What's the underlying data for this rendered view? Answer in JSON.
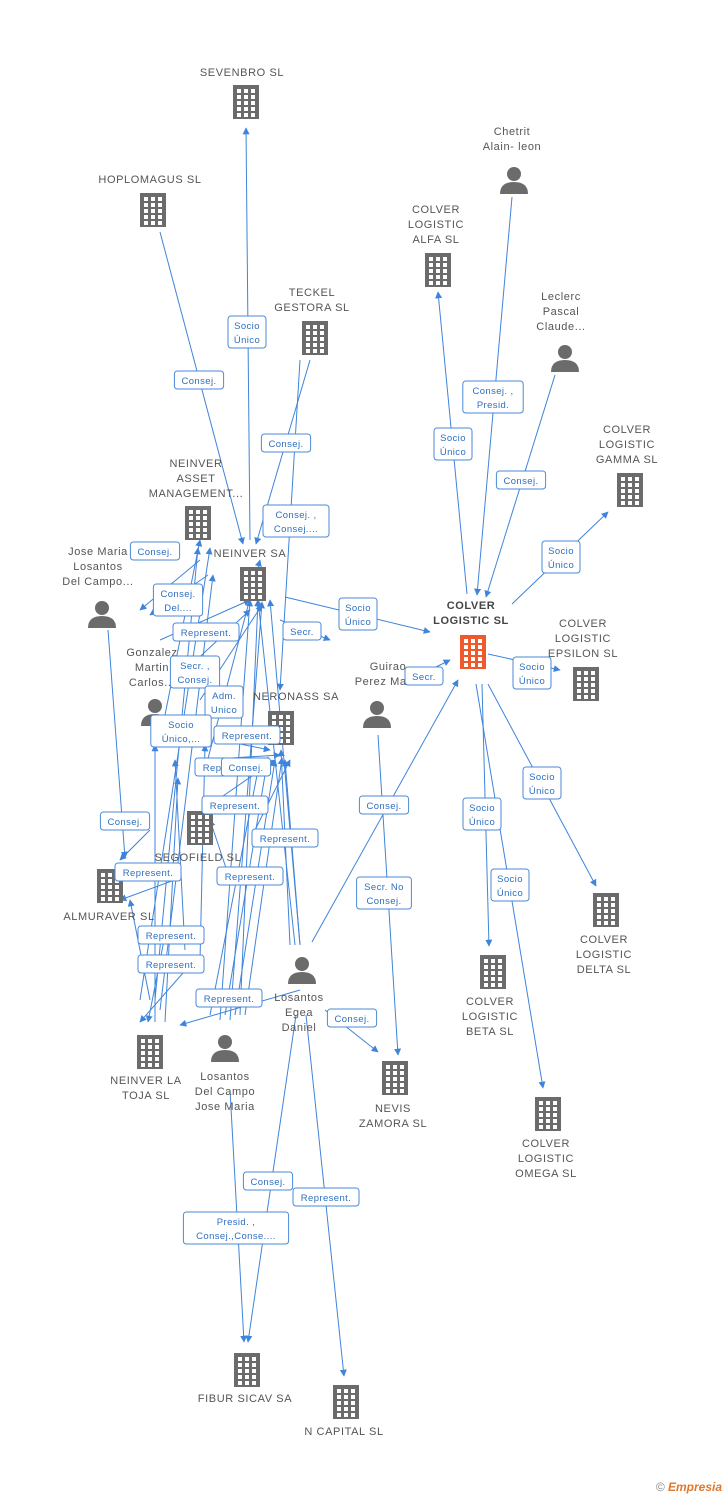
{
  "footer": {
    "copyright": "©",
    "brand_initial": "E",
    "brand_rest": "mpresia"
  },
  "colors": {
    "edge": "#3f84db",
    "building": "#6b6b6b",
    "center_building": "#ee5a2b",
    "person": "#6b6b6b"
  },
  "nodes": [
    {
      "id": "sevenbro",
      "type": "company",
      "lines": [
        "SEVENBRO  SL"
      ]
    },
    {
      "id": "hoplomagus",
      "type": "company",
      "lines": [
        "HOPLOMAGUS SL"
      ]
    },
    {
      "id": "teckel",
      "type": "company",
      "lines": [
        "TECKEL",
        "GESTORA SL"
      ]
    },
    {
      "id": "neinver_asset",
      "type": "company",
      "lines": [
        "NEINVER",
        "ASSET",
        "MANAGEMENT..."
      ]
    },
    {
      "id": "neinver_sa",
      "type": "company",
      "lines": [
        "NEINVER SA"
      ]
    },
    {
      "id": "jose_maria",
      "type": "person",
      "lines": [
        "Jose Maria",
        "Losantos",
        "Del Campo..."
      ]
    },
    {
      "id": "gonzalez",
      "type": "person",
      "lines": [
        "Gonzalez",
        "Martin",
        "Carlos..."
      ]
    },
    {
      "id": "neronass",
      "type": "company",
      "lines": [
        "NERONASS SA"
      ]
    },
    {
      "id": "segofield",
      "type": "company",
      "lines": [
        "SEGOFIELD SL"
      ]
    },
    {
      "id": "almuraver",
      "type": "company",
      "lines": [
        "ALMURAVER SL"
      ]
    },
    {
      "id": "neinver_toja",
      "type": "company",
      "lines": [
        "NEINVER LA",
        "TOJA SL"
      ]
    },
    {
      "id": "losantos_jose",
      "type": "person",
      "lines": [
        "Losantos",
        "Del Campo",
        "Jose Maria"
      ]
    },
    {
      "id": "losantos_egea",
      "type": "person",
      "lines": [
        "Losantos",
        "Egea",
        "Daniel"
      ]
    },
    {
      "id": "guirao",
      "type": "person",
      "lines": [
        "Guirao",
        "Perez Mar..."
      ]
    },
    {
      "id": "nevis",
      "type": "company",
      "lines": [
        "NEVIS",
        "ZAMORA  SL"
      ]
    },
    {
      "id": "fibur",
      "type": "company",
      "lines": [
        "FIBUR SICAV SA"
      ]
    },
    {
      "id": "ncapital",
      "type": "company",
      "lines": [
        "N CAPITAL SL"
      ]
    },
    {
      "id": "chetrit",
      "type": "person",
      "lines": [
        "Chetrit",
        "Alain- leon"
      ]
    },
    {
      "id": "leclerc",
      "type": "person",
      "lines": [
        "Leclerc",
        "Pascal",
        "Claude..."
      ]
    },
    {
      "id": "alfa",
      "type": "company",
      "lines": [
        "COLVER",
        "LOGISTIC",
        "ALFA  SL"
      ]
    },
    {
      "id": "gamma",
      "type": "company",
      "lines": [
        "COLVER",
        "LOGISTIC",
        "GAMMA  SL"
      ]
    },
    {
      "id": "colver",
      "type": "center",
      "lines": [
        "COLVER",
        "LOGISTIC  SL"
      ]
    },
    {
      "id": "epsilon",
      "type": "company",
      "lines": [
        "COLVER",
        "LOGISTIC",
        "EPSILON  SL"
      ]
    },
    {
      "id": "delta",
      "type": "company",
      "lines": [
        "COLVER",
        "LOGISTIC",
        "DELTA  SL"
      ]
    },
    {
      "id": "beta",
      "type": "company",
      "lines": [
        "COLVER",
        "LOGISTIC",
        "BETA  SL"
      ]
    },
    {
      "id": "omega",
      "type": "company",
      "lines": [
        "COLVER",
        "LOGISTIC",
        "OMEGA  SL"
      ]
    }
  ],
  "edges": [
    {
      "id": "e1",
      "lines": [
        "Socio",
        "Único"
      ]
    },
    {
      "id": "e2",
      "lines": [
        "Consej."
      ]
    },
    {
      "id": "e3",
      "lines": [
        "Consej."
      ]
    },
    {
      "id": "e4",
      "lines": [
        "Consej. ,",
        "Consej...."
      ]
    },
    {
      "id": "e5",
      "lines": [
        "Consej."
      ]
    },
    {
      "id": "e6",
      "lines": [
        "Consej.",
        "Del...."
      ]
    },
    {
      "id": "e7",
      "lines": [
        "Represent."
      ]
    },
    {
      "id": "e8",
      "lines": [
        "Secr."
      ]
    },
    {
      "id": "e9",
      "lines": [
        "Secr. ,",
        "Consej."
      ]
    },
    {
      "id": "e10",
      "lines": [
        "Adm.",
        "Unico"
      ]
    },
    {
      "id": "e11",
      "lines": [
        "Socio",
        "Único,..."
      ]
    },
    {
      "id": "e12",
      "lines": [
        "Represent."
      ]
    },
    {
      "id": "e13",
      "lines": [
        "Represent."
      ]
    },
    {
      "id": "e14",
      "lines": [
        "Consej."
      ]
    },
    {
      "id": "e15",
      "lines": [
        "Represent."
      ]
    },
    {
      "id": "e16",
      "lines": [
        "Consej."
      ]
    },
    {
      "id": "e17",
      "lines": [
        "Represent."
      ]
    },
    {
      "id": "e18",
      "lines": [
        "Represent."
      ]
    },
    {
      "id": "e19",
      "lines": [
        "Represent."
      ]
    },
    {
      "id": "e20",
      "lines": [
        "Represent."
      ]
    },
    {
      "id": "e21",
      "lines": [
        "Represent."
      ]
    },
    {
      "id": "e22",
      "lines": [
        "Represent."
      ]
    },
    {
      "id": "e23",
      "lines": [
        "Consej."
      ]
    },
    {
      "id": "e24",
      "lines": [
        "Secr. No",
        "Consej."
      ]
    },
    {
      "id": "e25",
      "lines": [
        "Consej."
      ]
    },
    {
      "id": "e26",
      "lines": [
        "Consej."
      ]
    },
    {
      "id": "e27",
      "lines": [
        "Represent."
      ]
    },
    {
      "id": "e28",
      "lines": [
        "Presid. ,",
        "Consej.,Conse...."
      ]
    },
    {
      "id": "e29",
      "lines": [
        "Socio",
        "Único"
      ]
    },
    {
      "id": "e30",
      "lines": [
        "Secr."
      ]
    },
    {
      "id": "e31",
      "lines": [
        "Socio",
        "Único"
      ]
    },
    {
      "id": "e32",
      "lines": [
        "Consej. ,",
        "Presid."
      ]
    },
    {
      "id": "e33",
      "lines": [
        "Consej."
      ]
    },
    {
      "id": "e34",
      "lines": [
        "Socio",
        "Único"
      ]
    },
    {
      "id": "e35",
      "lines": [
        "Socio",
        "Único"
      ]
    },
    {
      "id": "e36",
      "lines": [
        "Socio",
        "Único"
      ]
    },
    {
      "id": "e37",
      "lines": [
        "Socio",
        "Único"
      ]
    },
    {
      "id": "e38",
      "lines": [
        "Socio",
        "Único"
      ]
    }
  ]
}
